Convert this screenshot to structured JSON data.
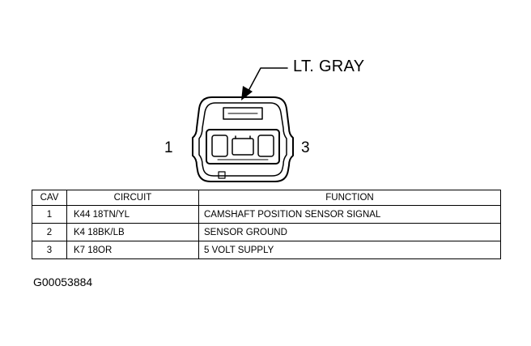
{
  "callout": {
    "label": "LT. GRAY"
  },
  "pins": {
    "left": "1",
    "right": "3"
  },
  "table": {
    "headers": {
      "cav": "CAV",
      "circuit": "CIRCUIT",
      "function": "FUNCTION"
    },
    "rows": [
      {
        "cav": "1",
        "circuit": "K44 18TN/YL",
        "function": "CAMSHAFT POSITION SENSOR SIGNAL"
      },
      {
        "cav": "2",
        "circuit": "K4 18BK/LB",
        "function": "SENSOR GROUND"
      },
      {
        "cav": "3",
        "circuit": "K7 18OR",
        "function": "5 VOLT SUPPLY"
      }
    ]
  },
  "figure_id": "G00053884"
}
